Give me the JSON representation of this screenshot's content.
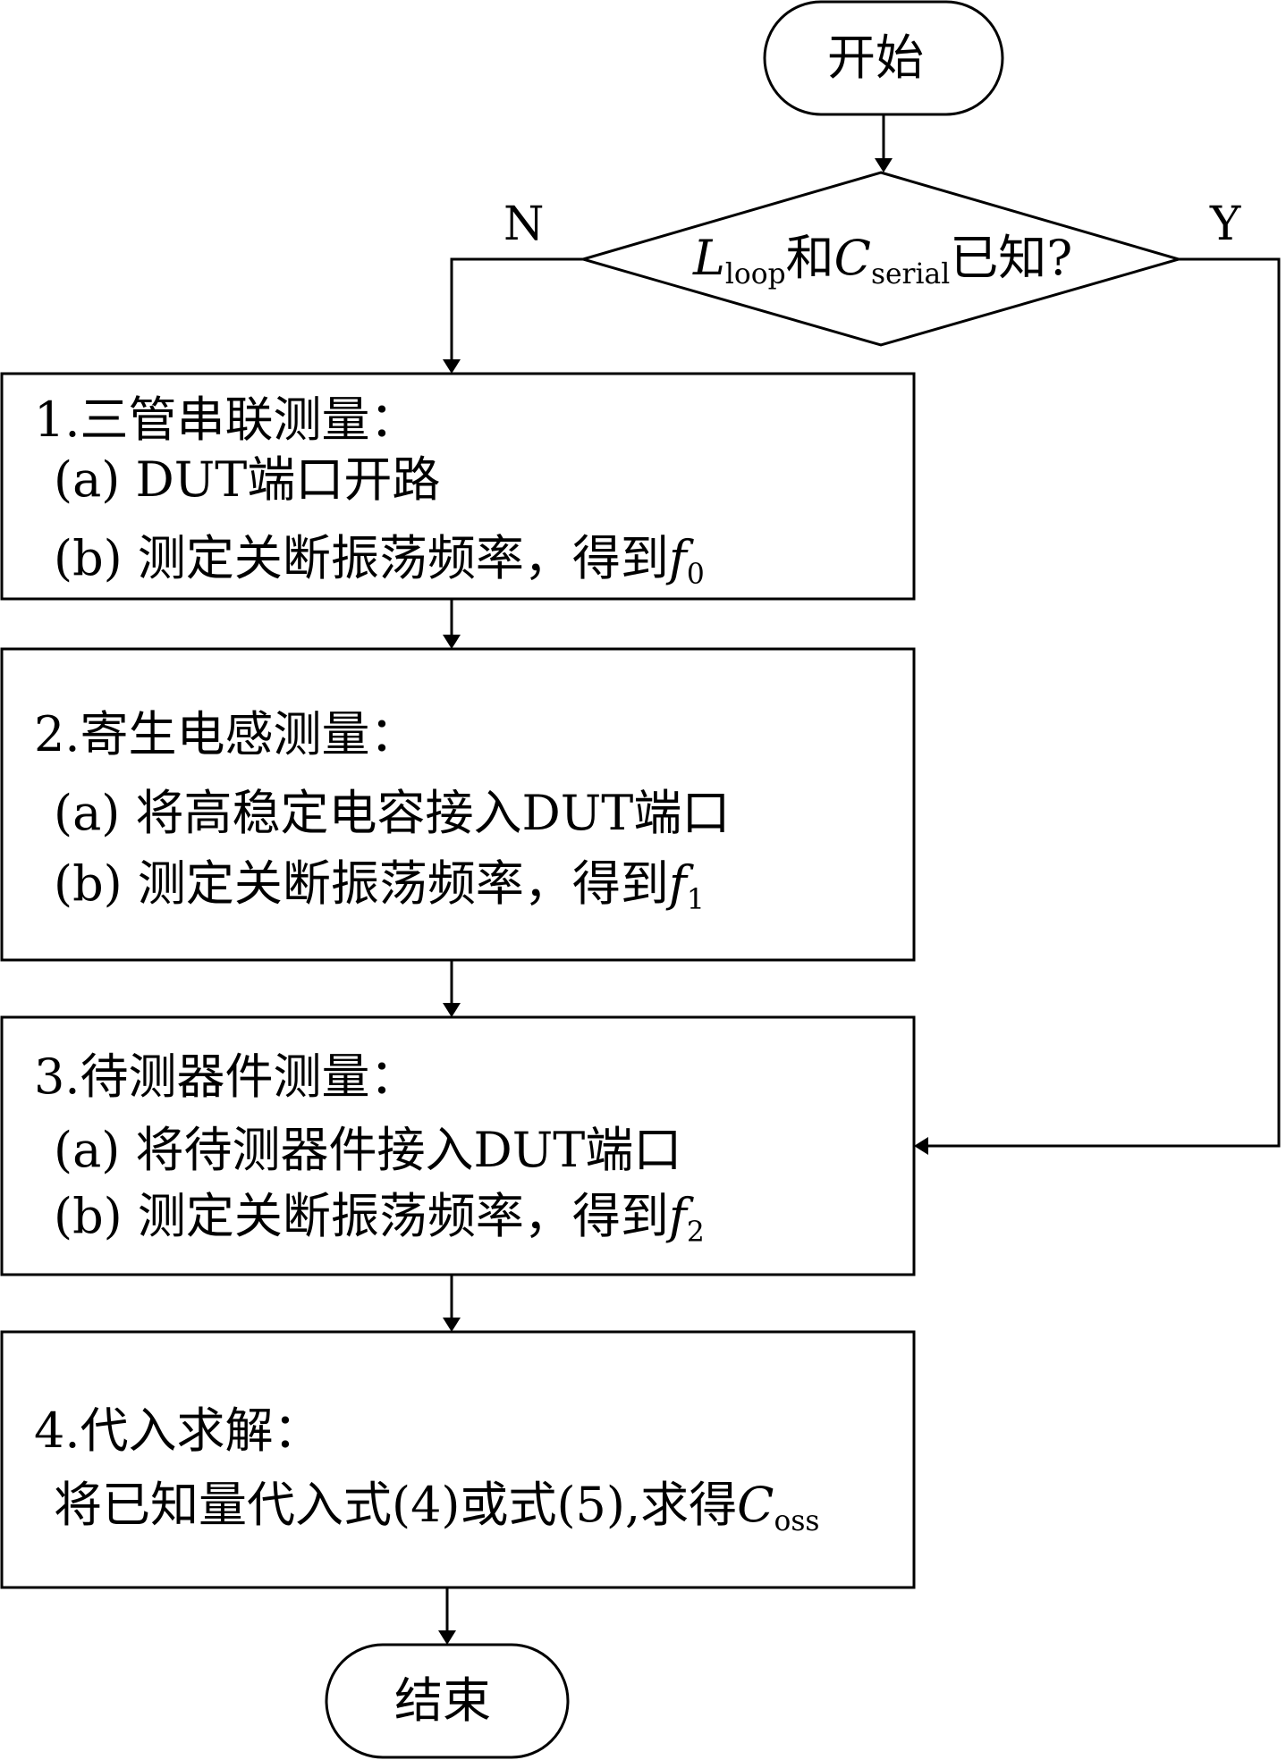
{
  "start": "开始",
  "end": "结束",
  "decision": {
    "L": "L",
    "L_sub": "loop",
    "mid": "和",
    "C": "C",
    "C_sub": "serial",
    "tail": "已知?",
    "no": "N",
    "yes": "Y"
  },
  "steps": [
    {
      "title": "1.三管串联测量：",
      "a": "(a) DUT端口开路",
      "b": "(b) 测定关断振荡频率，得到",
      "f": "f",
      "f_sub": "0"
    },
    {
      "title": "2.寄生电感测量：",
      "a": "(a) 将高稳定电容接入DUT端口",
      "b": "(b) 测定关断振荡频率，得到",
      "f": "f",
      "f_sub": "1"
    },
    {
      "title": "3.待测器件测量：",
      "a": "(a) 将待测器件接入DUT端口",
      "b": "(b) 测定关断振荡频率，得到",
      "f": "f",
      "f_sub": "2"
    },
    {
      "title": "4.代入求解：",
      "line": "将已知量代入式(4)或式(5),求得",
      "C": "C",
      "C_sub": "oss"
    }
  ]
}
